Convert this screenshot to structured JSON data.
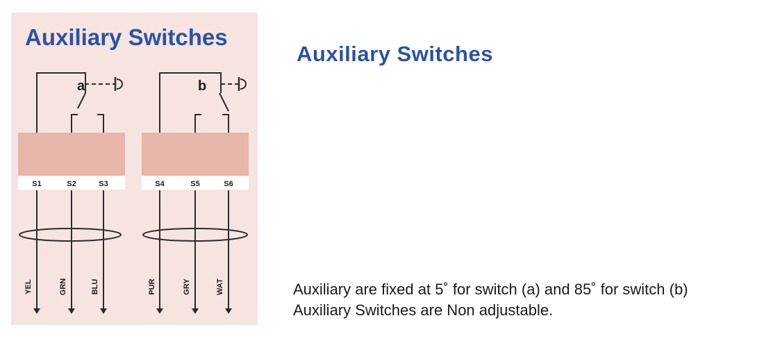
{
  "panel_title": "Auxiliary Switches",
  "main_title": "Auxiliary Switches",
  "description": [
    "Auxiliary are fixed at 5˚ for switch (a) and 85˚ for switch (b)",
    "Auxiliary Switches are Non adjustable."
  ],
  "switches": [
    {
      "label": "a",
      "terminals": [
        "S1",
        "S2",
        "S3"
      ],
      "wires": [
        {
          "color": "YEL",
          "direction": "up"
        },
        {
          "color": "GRN",
          "direction": "down"
        },
        {
          "color": "BLU",
          "direction": "down"
        }
      ]
    },
    {
      "label": "b",
      "terminals": [
        "S4",
        "S5",
        "S6"
      ],
      "wires": [
        {
          "color": "PUR",
          "direction": "up"
        },
        {
          "color": "GRY",
          "direction": "down"
        },
        {
          "color": "WAT",
          "direction": "down"
        }
      ]
    }
  ],
  "colors": {
    "title": "#2d52a4",
    "panel_background": "#f6e4e1",
    "block_fill": "#e8b5a9",
    "line": "#2b2b2b"
  }
}
